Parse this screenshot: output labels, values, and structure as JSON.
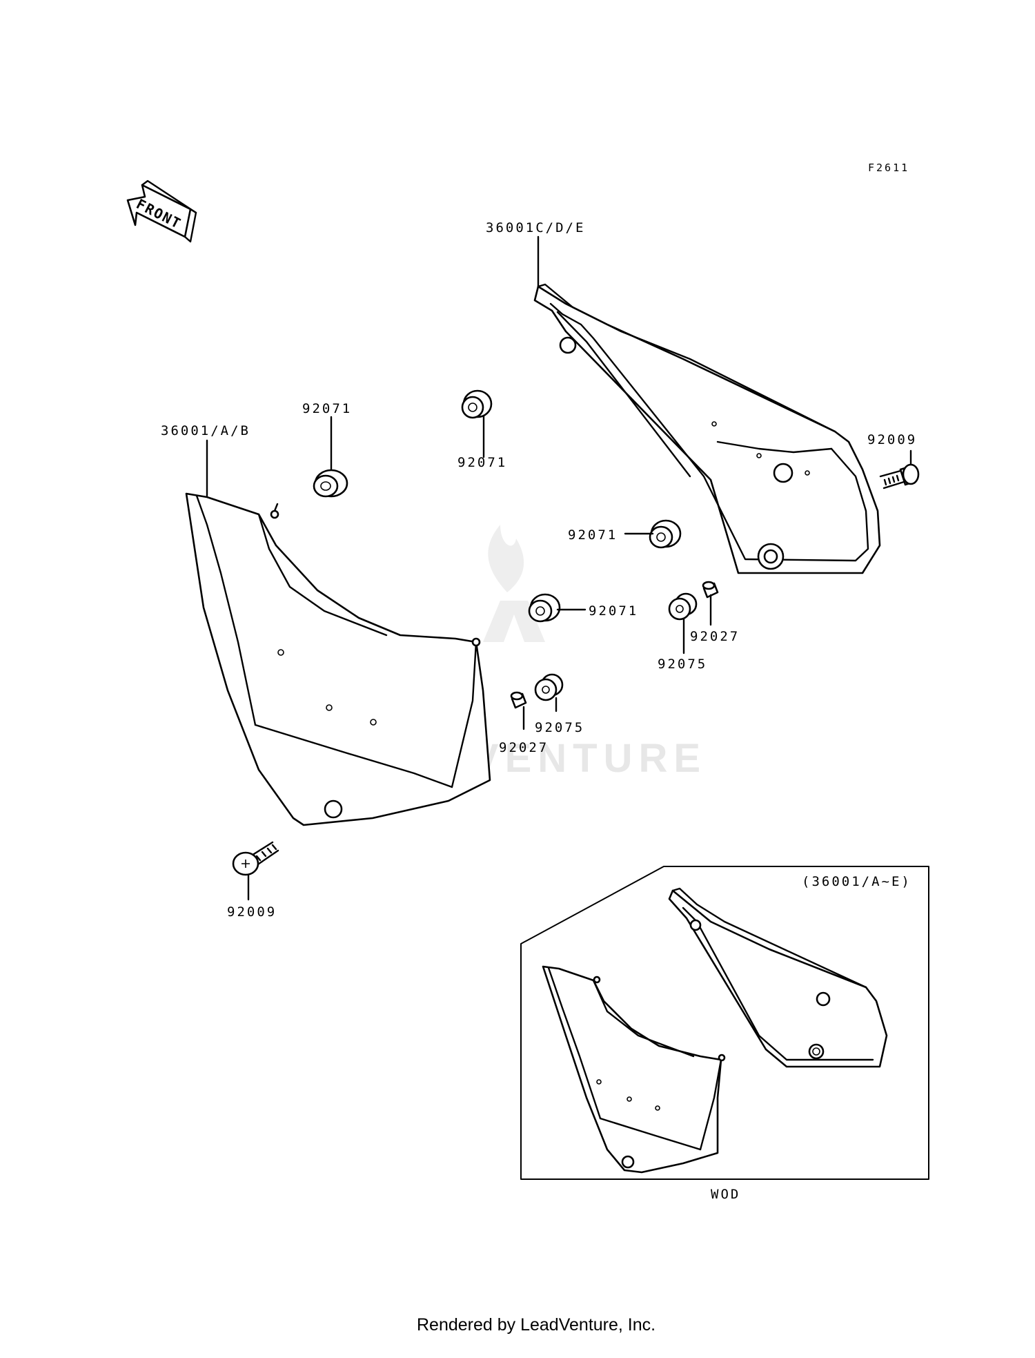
{
  "figure_code": "F2611",
  "front_arrow_label": "FRONT",
  "inset_caption": "(36001/A~E)",
  "inset_label": "WOD",
  "watermark_text": "LEADVENTURE",
  "footer_text": "Rendered by LeadVenture, Inc.",
  "callouts": [
    {
      "id": "36001CDE",
      "text": "36001C/D/E"
    },
    {
      "id": "36001AB",
      "text": "36001/A/B"
    },
    {
      "id": "92071a",
      "text": "92071"
    },
    {
      "id": "92071b",
      "text": "92071"
    },
    {
      "id": "92071c",
      "text": "92071"
    },
    {
      "id": "92071d",
      "text": "92071"
    },
    {
      "id": "92009a",
      "text": "92009"
    },
    {
      "id": "92009b",
      "text": "92009"
    },
    {
      "id": "92027a",
      "text": "92027"
    },
    {
      "id": "92027b",
      "text": "92027"
    },
    {
      "id": "92075a",
      "text": "92075"
    },
    {
      "id": "92075b",
      "text": "92075"
    }
  ],
  "colors": {
    "line": "#000000",
    "background": "#ffffff",
    "watermark": "#e7e7e7"
  }
}
